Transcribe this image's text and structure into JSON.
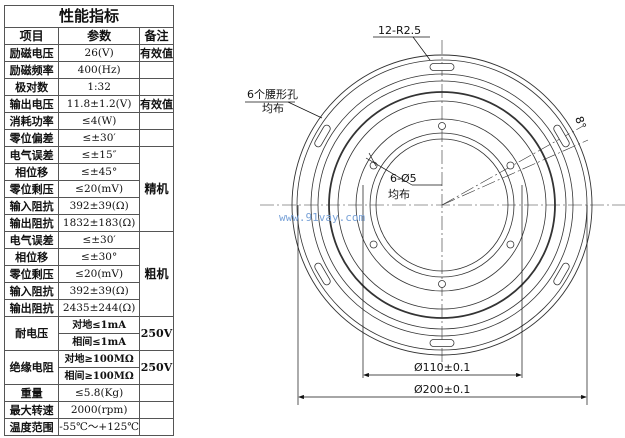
{
  "table": {
    "title": "性能指标",
    "headers": [
      "项目",
      "参数",
      "备注"
    ],
    "general": [
      {
        "item": "励磁电压",
        "value": "26(V)",
        "note": "有效值"
      },
      {
        "item": "励磁频率",
        "value": "400(Hz)",
        "note": ""
      },
      {
        "item": "极对数",
        "value": "1:32",
        "note": ""
      },
      {
        "item": "输出电压",
        "value": "11.8±1.2(V)",
        "note": "有效值"
      },
      {
        "item": "消耗功率",
        "value": "≤4(W)",
        "note": ""
      },
      {
        "item": "零位偏差",
        "value": "≤±30′",
        "note": ""
      }
    ],
    "fine_group": "精机",
    "fine": [
      {
        "item": "电气误差",
        "value": "≤±15″"
      },
      {
        "item": "相位移",
        "value": "≤±45°"
      },
      {
        "item": "零位剩压",
        "value": "≤20(mV)"
      },
      {
        "item": "输入阻抗",
        "value": "392±39(Ω)"
      },
      {
        "item": "输出阻抗",
        "value": "1832±183(Ω)"
      }
    ],
    "coarse_group": "粗机",
    "coarse": [
      {
        "item": "电气误差",
        "value": "≤±30′"
      },
      {
        "item": "相位移",
        "value": "≤±30°"
      },
      {
        "item": "零位剩压",
        "value": "≤20(mV)"
      },
      {
        "item": "输入阻抗",
        "value": "392±39(Ω)"
      },
      {
        "item": "输出阻抗",
        "value": "2435±244(Ω)"
      }
    ],
    "withstand": {
      "item": "耐电压",
      "values": [
        "对地≤1mA",
        "相间≤1mA"
      ],
      "note": "250V"
    },
    "insulation": {
      "item": "绝缘电阻",
      "values": [
        "对地≥100MΩ",
        "相间≥100MΩ"
      ],
      "note": "250V"
    },
    "tail": [
      {
        "item": "重量",
        "value": "≤5.8(Kg)",
        "note": ""
      },
      {
        "item": "最大转速",
        "value": "2000(rpm)",
        "note": ""
      },
      {
        "item": "温度范围",
        "value": "-55℃～+125℃",
        "note": ""
      }
    ]
  },
  "drawing": {
    "slot_radius_label": "12-R2.5",
    "slots_label_1": "6个腰形孔",
    "slots_label_2": "均布",
    "holes_label_1": "6-Ø5",
    "holes_label_2": "均布",
    "angle_label": "8°",
    "inner_dim": "Ø110±0.1",
    "outer_dim": "Ø200±0.1",
    "watermark": "www.91vay.com"
  }
}
